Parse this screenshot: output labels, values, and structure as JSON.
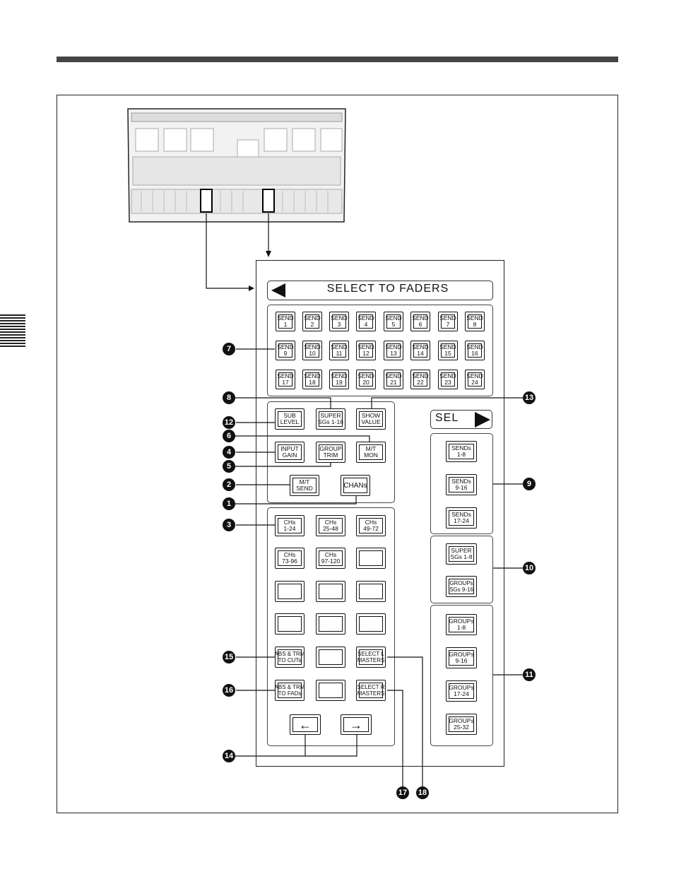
{
  "header": {
    "rule": true
  },
  "panel": {
    "title": "SELECT TO FADERS",
    "sel_label": "SEL",
    "send_keys": [
      "SEND\n1",
      "SEND\n2",
      "SEND\n3",
      "SEND\n4",
      "SEND\n5",
      "SEND\n6",
      "SEND\n7",
      "SEND\n8",
      "SEND\n9",
      "SEND\n10",
      "SEND\n11",
      "SEND\n12",
      "SEND\n13",
      "SEND\n14",
      "SEND\n15",
      "SEND\n16",
      "SEND\n17",
      "SEND\n18",
      "SEND\n19",
      "SEND\n20",
      "SEND\n21",
      "SEND\n22",
      "SEND\n23",
      "SEND\n24"
    ],
    "mode_keys": {
      "sub_level": "SUB\nLEVEL",
      "super_sgs": "SUPER\nSGs 1-16",
      "show_value": "SHOW\nVALUE",
      "input_gain": "INPUT\nGAIN",
      "group_trim": "GROUP\nTRIM",
      "mt_mon": "M/T\nMON",
      "mt_send": "M/T\nSEND",
      "chans": "CHANs"
    },
    "ch_keys": {
      "ch_1_24": "CHs\n1-24",
      "ch_25_48": "CHs\n25-48",
      "ch_49_72": "CHs\n49-72",
      "ch_73_96": "CHs\n73-96",
      "ch_97_120": "CHs\n97-120",
      "abs_trm_cuts": "ABS & TRM\nTO CUTs",
      "abs_trm_fads": "ABS & TRM\nTO FADs",
      "select_l_masters": "SELECT L\nMASTERS",
      "select_r_masters": "SELECT R\nMASTERS",
      "arrow_left": "←",
      "arrow_right": "→"
    },
    "sel_keys": {
      "sends_1_8": "SENDs\n1-8",
      "sends_9_16": "SENDs\n9-16",
      "sends_17_24": "SENDs\n17-24",
      "super_sgs_1_8": "SUPER\nSGs 1-8",
      "groups_sgs_9_16": "GROUPs\nSGs 9-16",
      "groups_1_8": "GROUPs\n1-8",
      "groups_9_16": "GROUPs\n9-16",
      "groups_17_24": "GROUPs\n17-24",
      "groups_25_32": "GROUPs\n25-32"
    }
  },
  "callouts": {
    "c1": "1",
    "c2": "2",
    "c3": "3",
    "c4": "4",
    "c5": "5",
    "c6": "6",
    "c7": "7",
    "c8": "8",
    "c9": "9",
    "c10": "10",
    "c11": "11",
    "c12": "12",
    "c13": "13",
    "c14": "14",
    "c15": "15",
    "c16": "16",
    "c17": "17",
    "c18": "18"
  }
}
